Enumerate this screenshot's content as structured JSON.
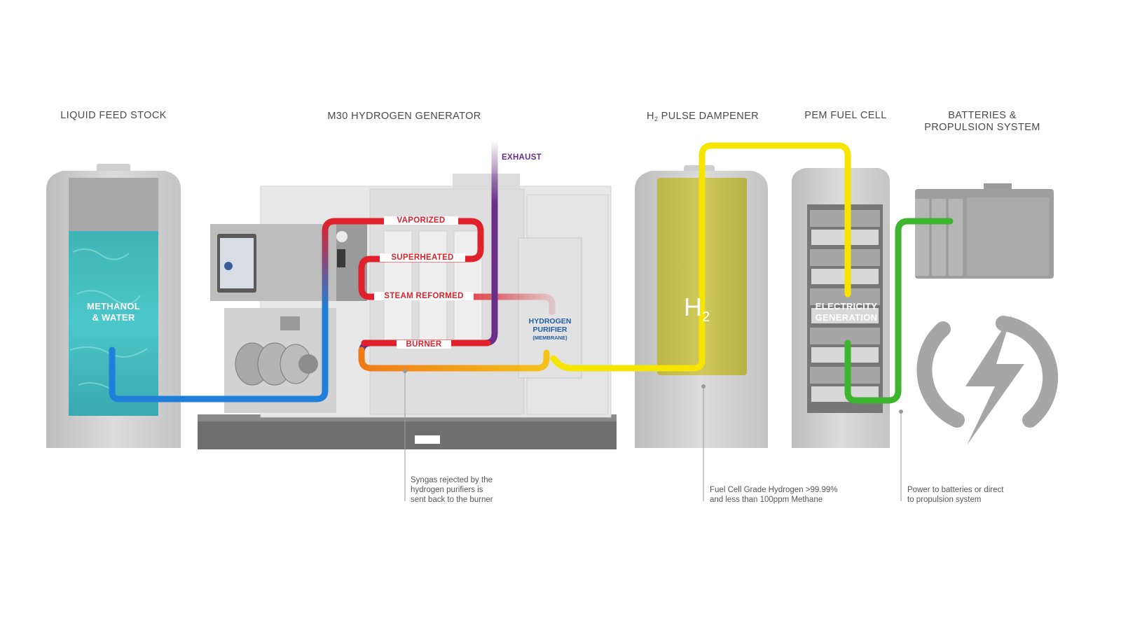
{
  "headers": {
    "feedstock": "LIQUID FEED STOCK",
    "generator": "M30 HYDROGEN GENERATOR",
    "dampener_h": "H",
    "dampener_sub": "2",
    "dampener_rest": " PULSE DAMPENER",
    "fuel_cell": "PEM FUEL CELL",
    "batteries_line1": "BATTERIES &",
    "batteries_line2": "PROPULSION SYSTEM"
  },
  "flow_labels": {
    "exhaust": "EXHAUST",
    "vaporized": "VAPORIZED",
    "superheated": "SUPERHEATED",
    "steam_reformed": "STEAM REFORMED",
    "burner": "BURNER"
  },
  "components": {
    "tank_content_line1": "METHANOL",
    "tank_content_line2": "& WATER",
    "purifier_line1": "HYDROGEN",
    "purifier_line2": "PURIFIER",
    "purifier_line3": "(MEMBRANE)",
    "dampener_symbol": "H",
    "dampener_symbol_sub": "2",
    "fuel_cell_line1": "ELECTRICITY",
    "fuel_cell_line2": "GENERATION"
  },
  "notes": {
    "syngas_line1": "Syngas rejected by the",
    "syngas_line2": "hydrogen purifiers is",
    "syngas_line3": "sent back to the burner",
    "hydrogen_line1": "Fuel Cell Grade Hydrogen >99.99%",
    "hydrogen_line2": "and less than 100ppm Methane",
    "power_line1": "Power to batteries or direct",
    "power_line2": "to propulsion system"
  },
  "colors": {
    "methanol_pipe": "#1f7fd9",
    "hot_pipe": "#e0202a",
    "burner_pipe": "#f08a1a",
    "exhaust_pipe": "#6a2d8a",
    "hydrogen_pipe": "#f5e500",
    "electric_pipe": "#3db52e",
    "purifier_text": "#1f5fa8",
    "equipment_gray": "#c9c9c9"
  }
}
